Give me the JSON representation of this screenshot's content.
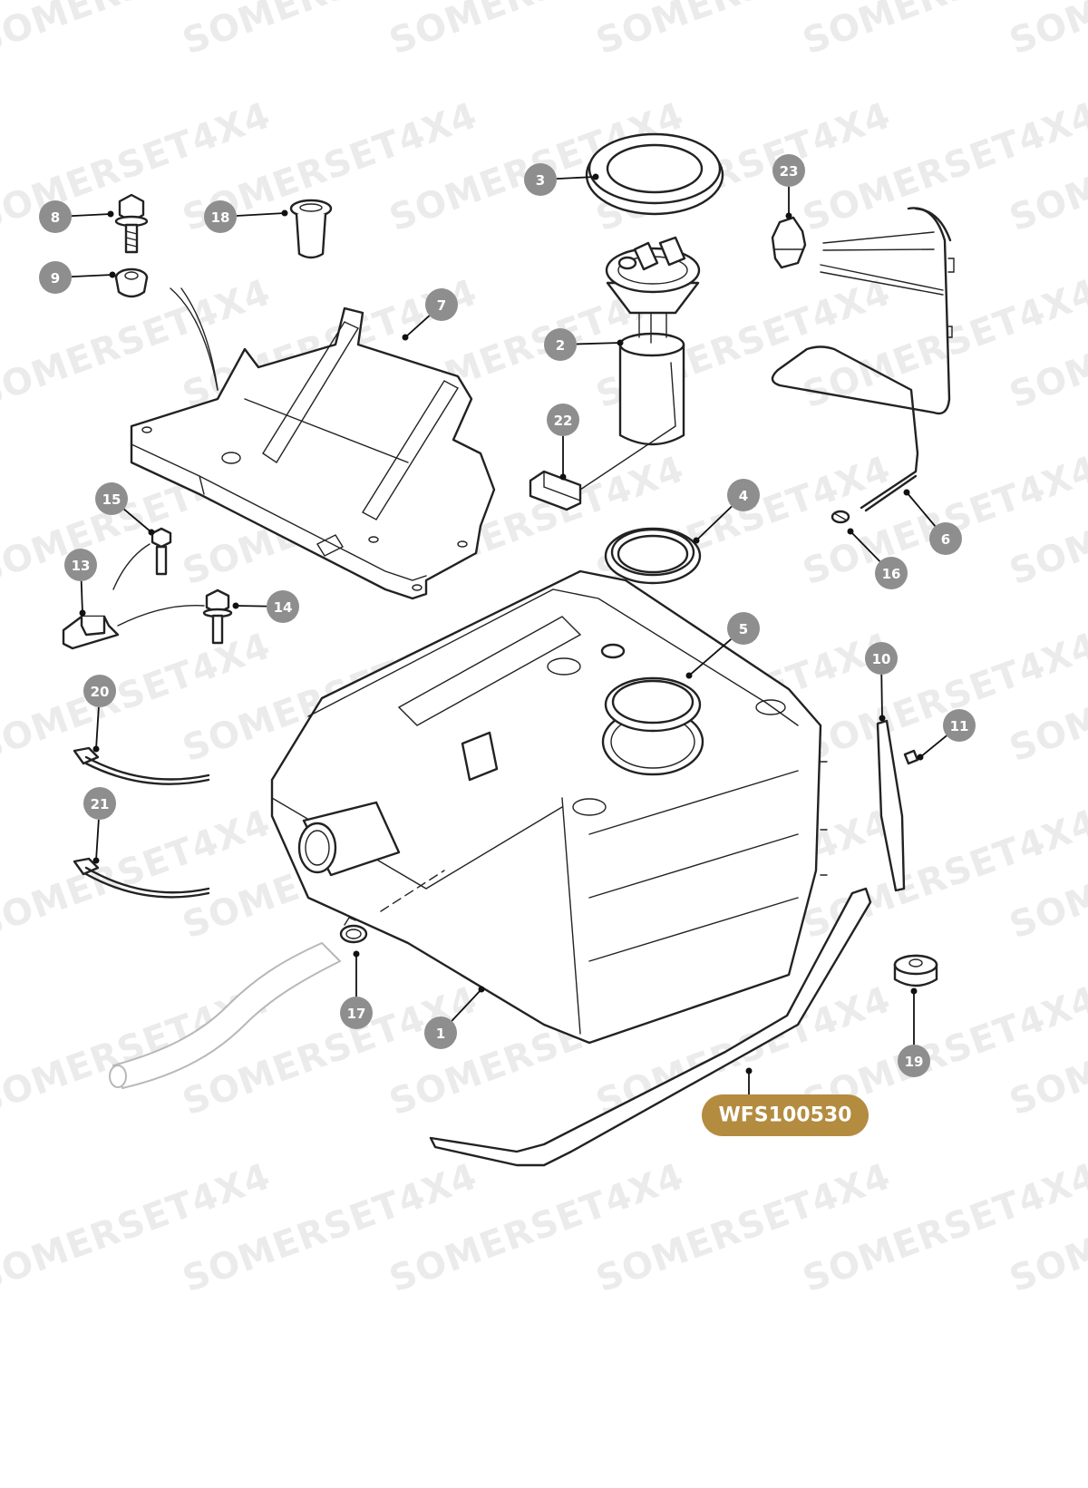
{
  "diagram": {
    "reference_code": "WFS100530",
    "watermark_text": "SOMERSET4X4",
    "colors": {
      "callout": "#8e8e8e",
      "callout_text": "#ffffff",
      "reference_badge": "#b38c3f",
      "line_art": "#222222",
      "watermark": "#ebebeb"
    },
    "callouts": [
      {
        "label": "1"
      },
      {
        "label": "2"
      },
      {
        "label": "3"
      },
      {
        "label": "4"
      },
      {
        "label": "5"
      },
      {
        "label": "6"
      },
      {
        "label": "7"
      },
      {
        "label": "8"
      },
      {
        "label": "9"
      },
      {
        "label": "10"
      },
      {
        "label": "11"
      },
      {
        "label": "13"
      },
      {
        "label": "14"
      },
      {
        "label": "15"
      },
      {
        "label": "16"
      },
      {
        "label": "17"
      },
      {
        "label": "18"
      },
      {
        "label": "19"
      },
      {
        "label": "20"
      },
      {
        "label": "21"
      },
      {
        "label": "22"
      },
      {
        "label": "23"
      }
    ]
  }
}
